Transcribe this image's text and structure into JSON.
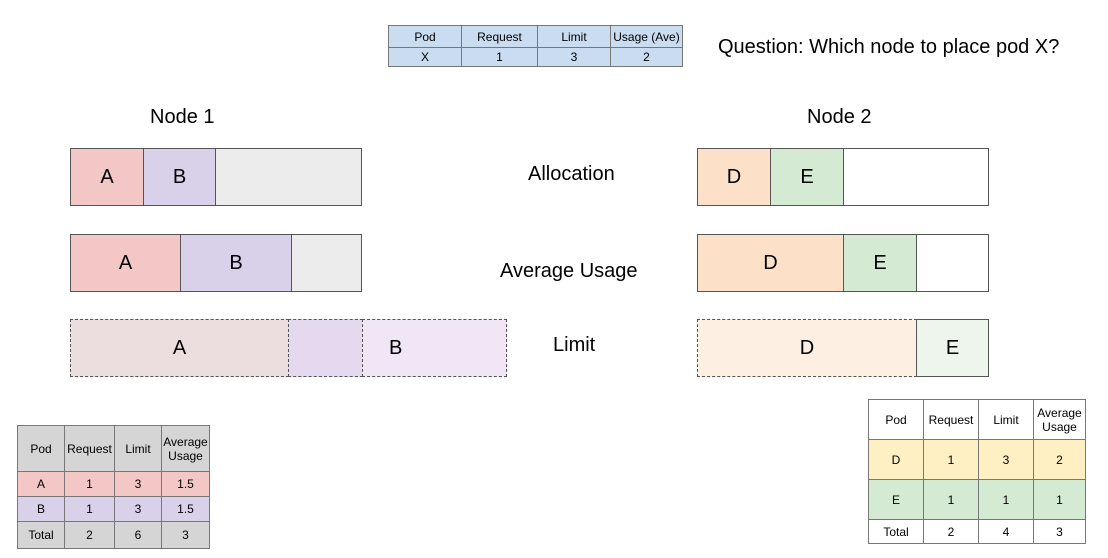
{
  "question": "Question: Which node to place pod X?",
  "pod_x_table": {
    "headers": [
      "Pod",
      "Request",
      "Limit",
      "Usage (Ave)"
    ],
    "row": [
      "X",
      "1",
      "3",
      "2"
    ]
  },
  "node1": {
    "title": "Node 1"
  },
  "node2": {
    "title": "Node 2"
  },
  "row_labels": {
    "allocation": "Allocation",
    "average_usage": "Average Usage",
    "limit": "Limit"
  },
  "pods": {
    "a": "A",
    "b": "B",
    "d": "D",
    "e": "E"
  },
  "node1_table": {
    "headers": [
      "Pod",
      "Request",
      "Limit",
      "Average\nUsage"
    ],
    "rows": [
      [
        "A",
        "1",
        "3",
        "1.5"
      ],
      [
        "B",
        "1",
        "3",
        "1.5"
      ],
      [
        "Total",
        "2",
        "6",
        "3"
      ]
    ]
  },
  "node2_table": {
    "headers": [
      "Pod",
      "Request",
      "Limit",
      "Average\nUsage"
    ],
    "rows": [
      [
        "D",
        "1",
        "3",
        "2"
      ],
      [
        "E",
        "1",
        "1",
        "1"
      ],
      [
        "Total",
        "2",
        "4",
        "3"
      ]
    ]
  },
  "colors": {
    "a": "#f4c7c7",
    "b": "#d9d0ea",
    "free": "#ececec",
    "a_limit": "#ecdede",
    "b_limit_over": "#f1e6f6",
    "d": "#fce0c7",
    "e": "#d5ead2",
    "d_limit": "#fdf0e2",
    "e_limit": "#eef5ec",
    "header_blue": "#c9dcf0",
    "header_gray": "#d5d5d5",
    "d_row": "#fff0c4",
    "e_row": "#d5ead2"
  }
}
